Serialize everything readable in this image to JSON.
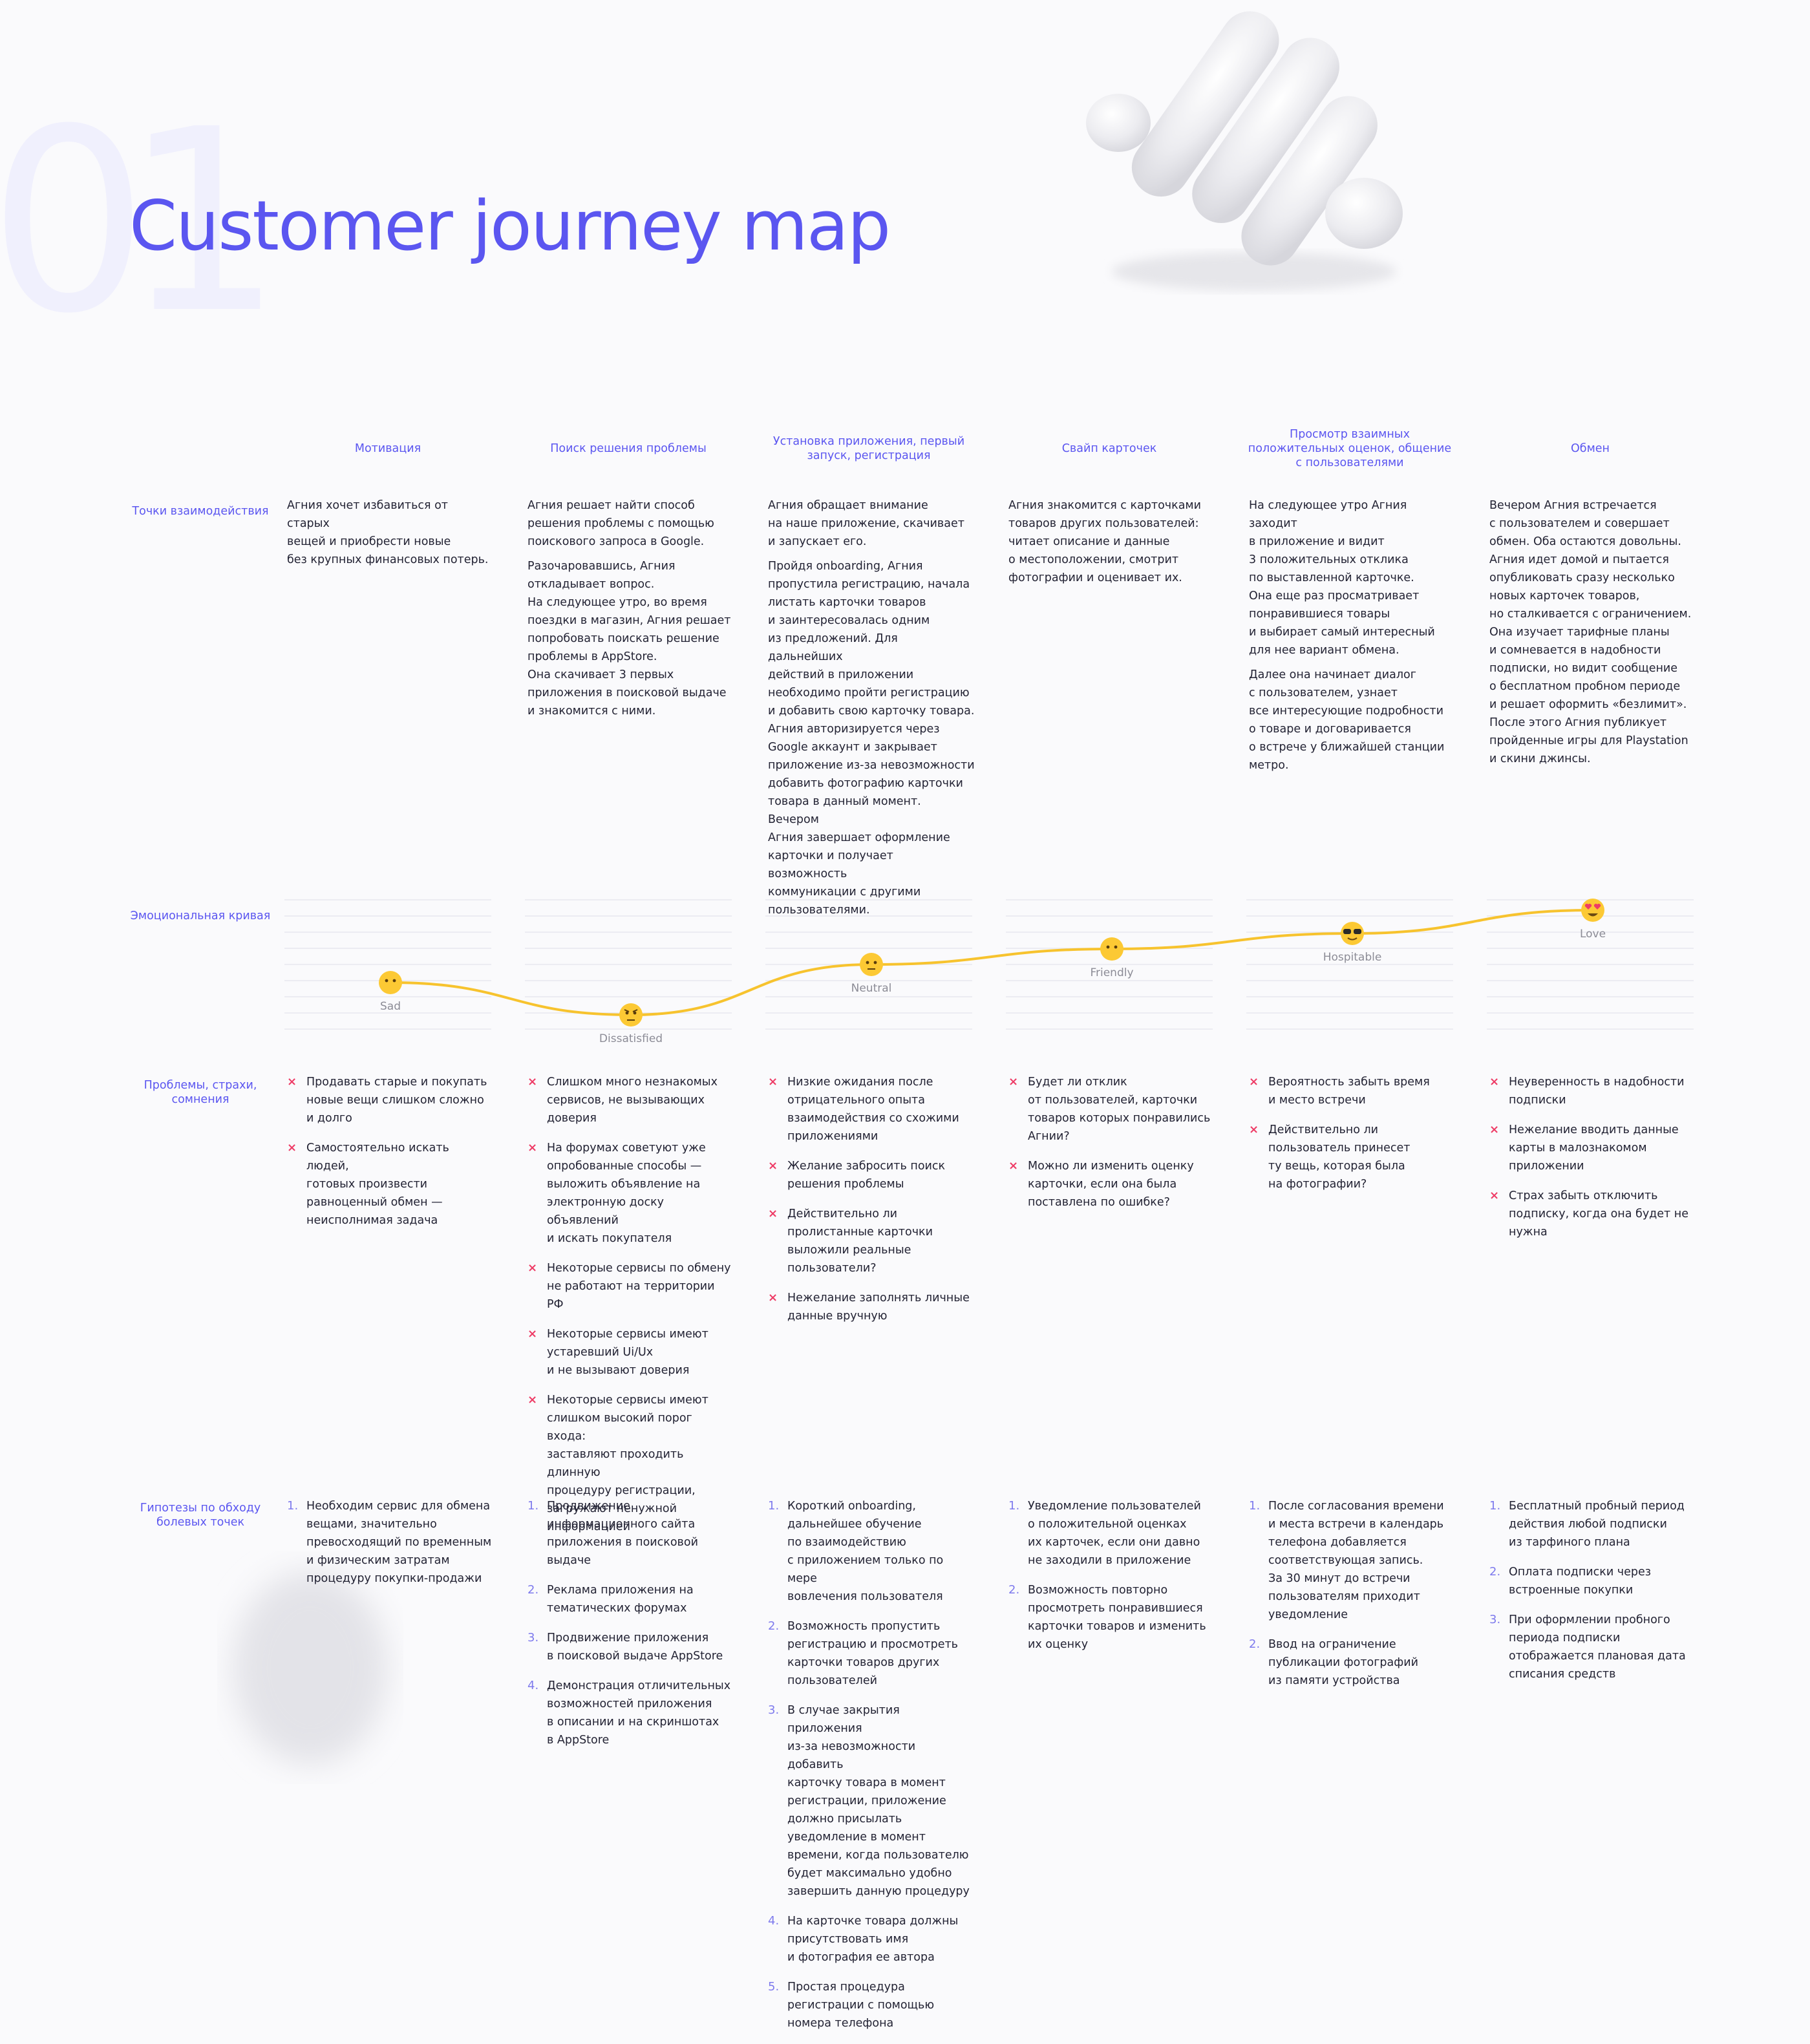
{
  "page": {
    "number": "01",
    "title": "Customer journey map"
  },
  "row_labels": {
    "touchpoints": "Точки взаимодействия",
    "emotion": "Эмоциональная кривая",
    "problems": "Проблемы, страхи, сомнения",
    "hypotheses": "Гипотезы по обходу болевых точек"
  },
  "stages": [
    {
      "title": "Мотивация",
      "touchpoints": [
        "Агния хочет избавиться от старых\nвещей и приобрести новые\nбез крупных финансовых потерь."
      ],
      "emotion": {
        "label": "Sad",
        "icon": "sad-face-icon"
      },
      "problems": [
        "Продавать старые и покупать\nновые вещи слишком сложно\nи долго",
        "Самостоятельно искать людей,\nготовых произвести\nравноценный обмен —\nнеисполнимая задача"
      ],
      "hypotheses": [
        "Необходим сервис для обмена\nвещами, значительно\nпревосходящий по временным\nи физическим затратам\nпроцедуру покупки-продажи"
      ]
    },
    {
      "title": "Поиск решения проблемы",
      "touchpoints": [
        "Агния решает найти способ\nрешения проблемы с помощью\nпоискового запроса в Google.",
        "Разочаровавшись, Агния\nоткладывает вопрос.\nНа следующее утро, во время\nпоездки в магазин, Агния решает\nпопробовать поискать решение\nпроблемы в AppStore.\nОна скачивает 3 первых\nприложения в поисковой выдаче\nи знакомится с ними."
      ],
      "emotion": {
        "label": "Dissatisfied",
        "icon": "dissatisfied-face-icon"
      },
      "problems": [
        "Слишком много незнакомых\nсервисов, не вызывающих\nдоверия",
        "На форумах советуют уже\nопробованные способы —\nвыложить объявление на\nэлектронную доску объявлений\nи искать покупателя",
        "Некоторые сервисы по обмену\nне работают на территории РФ",
        "Некоторые сервисы имеют\nустаревший Ui/Ux\nи не вызывают доверия",
        "Некоторые сервисы имеют\nслишком высокий порог входа:\nзаставляют проходить длинную\nпроцедуру регистрации,\nзагружают ненужной\nинформацией"
      ],
      "hypotheses": [
        "Продвижение\nинформационного сайта\nприложения в поисковой\nвыдаче",
        "Реклама приложения на\nтематических форумах",
        "Продвижение приложения\nв поисковой выдаче AppStore",
        "Демонстрация отличительных\nвозможностей приложения\nв описании и на скриншотах\nв AppStore"
      ]
    },
    {
      "title": "Установка приложения, первый запуск, регистрация",
      "touchpoints": [
        "Агния обращает внимание\nна наше приложение, скачивает\nи запускает его.",
        "Пройдя onboarding, Агния\nпропустила регистрацию, начала\nлистать карточки товаров\nи заинтересовалась одним\nиз предложений. Для дальнейших\nдействий в приложении\nнеобходимо пройти регистрацию\nи добавить свою карточку товара.\nАгния авторизируется через\nGoogle аккаунт и закрывает\nприложение из-за невозможности\nдобавить фотографию карточки\nтовара в данный момент. Вечером\nАгния завершает оформление\nкарточки и получает возможность\nкоммуникации с другими\nпользователями."
      ],
      "emotion": {
        "label": "Neutral",
        "icon": "neutral-face-icon"
      },
      "problems": [
        "Низкие ожидания после\nотрицательного опыта\nвзаимодействия со схожими\nприложениями",
        "Желание забросить поиск\nрешения проблемы",
        "Действительно ли\nпролистанные карточки\nвыложили реальные\nпользователи?",
        "Нежелание заполнять личные\nданные вручную"
      ],
      "hypotheses": [
        "Короткий onboarding,\nдальнейшее обучение\nпо взаимодействию\nс приложением только по мере\nвовлечения пользователя",
        "Возможность пропустить\nрегистрацию и просмотреть\nкарточки товаров других\nпользователей",
        "В случае закрытия приложения\nиз-за невозможности добавить\nкарточку товара в момент\nрегистрации, приложение\nдолжно присылать\nуведомление в момент\nвремени, когда пользователю\nбудет максимально удобно\nзавершить данную процедуру",
        "На карточке товара должны\nприсутствовать имя\nи фотография ее автора",
        "Простая процедура\nрегистрации с помощью\nномера телефона"
      ]
    },
    {
      "title": "Свайп карточек",
      "touchpoints": [
        "Агния знакомится с карточками\nтоваров других пользователей:\nчитает описание и данные\nо местоположении, смотрит\nфотографии и оценивает их."
      ],
      "emotion": {
        "label": "Friendly",
        "icon": "friendly-face-icon"
      },
      "problems": [
        "Будет ли отклик\nот пользователей, карточки\nтоваров которых понравились\nАгнии?",
        "Можно ли изменить оценку\nкарточки, если она была\nпоставлена по ошибке?"
      ],
      "hypotheses": [
        "Уведомление пользователей\nо положительной оценках\nих карточек, если они давно\nне заходили в приложение",
        "Возможность повторно\nпросмотреть понравившиеся\nкарточки товаров и изменить\nих оценку"
      ]
    },
    {
      "title": "Просмотр взаимных положительных оценок, общение с пользователями",
      "touchpoints": [
        "На следующее утро Агния заходит\nв приложение и видит\n3 положительных отклика\nпо выставленной карточке.\nОна еще раз просматривает\nпонравившиеся товары\nи выбирает самый интересный\nдля нее вариант обмена.",
        "Далее она начинает диалог\nс пользователем, узнает\nвсе интересующие подробности\nо товаре и договаривается\nо встрече у ближайшей станции\nметро."
      ],
      "emotion": {
        "label": "Hospitable",
        "icon": "sunglasses-face-icon"
      },
      "problems": [
        "Вероятность забыть время\nи место встречи",
        "Действительно ли\nпользователь принесет\nту вещь, которая была\nна фотографии?"
      ],
      "hypotheses": [
        "После согласования времени\nи места встречи в календарь\nтелефона добавляется\nсоответствующая запись.\nЗа 30 минут до встречи\nпользователям приходит\nуведомление",
        "Ввод на ограничение\nпубликации фотографий\nиз памяти устройства"
      ]
    },
    {
      "title": "Обмен",
      "touchpoints": [
        "Вечером Агния встречается\nс пользователем и совершает\nобмен. Оба остаются довольны.\nАгния идет домой и пытается\nопубликовать сразу несколько\nновых карточек товаров,\nно сталкивается с ограничением.\nОна изучает тарифные планы\nи сомневается в надобности\nподписки, но видит сообщение\nо бесплатном пробном периоде\nи решает оформить «безлимит».\nПосле этого Агния публикует\nпройденные игры для Playstation\nи скини джинсы."
      ],
      "emotion": {
        "label": "Love",
        "icon": "heart-eyes-face-icon"
      },
      "problems": [
        "Неуверенность в надобности\nподписки",
        "Нежелание вводить данные\nкарты в малознакомом\nприложении",
        "Страх забыть отключить\nподписку, когда она будет не\nнужна"
      ],
      "hypotheses": [
        "Бесплатный пробный период\nдействия любой подписки\nиз тарфиного плана",
        "Оплата подписки через\nвстроенные покупки",
        "При оформлении пробного\nпериода подписки\nотображается плановая дата\nсписания средств"
      ]
    }
  ],
  "colors": {
    "accent": "#5b56f0",
    "curve": "#f7c32e",
    "problem_mark": "#ee3c66",
    "hypothesis_number": "#7e7aed",
    "faded_number": "#f0f0fd"
  }
}
